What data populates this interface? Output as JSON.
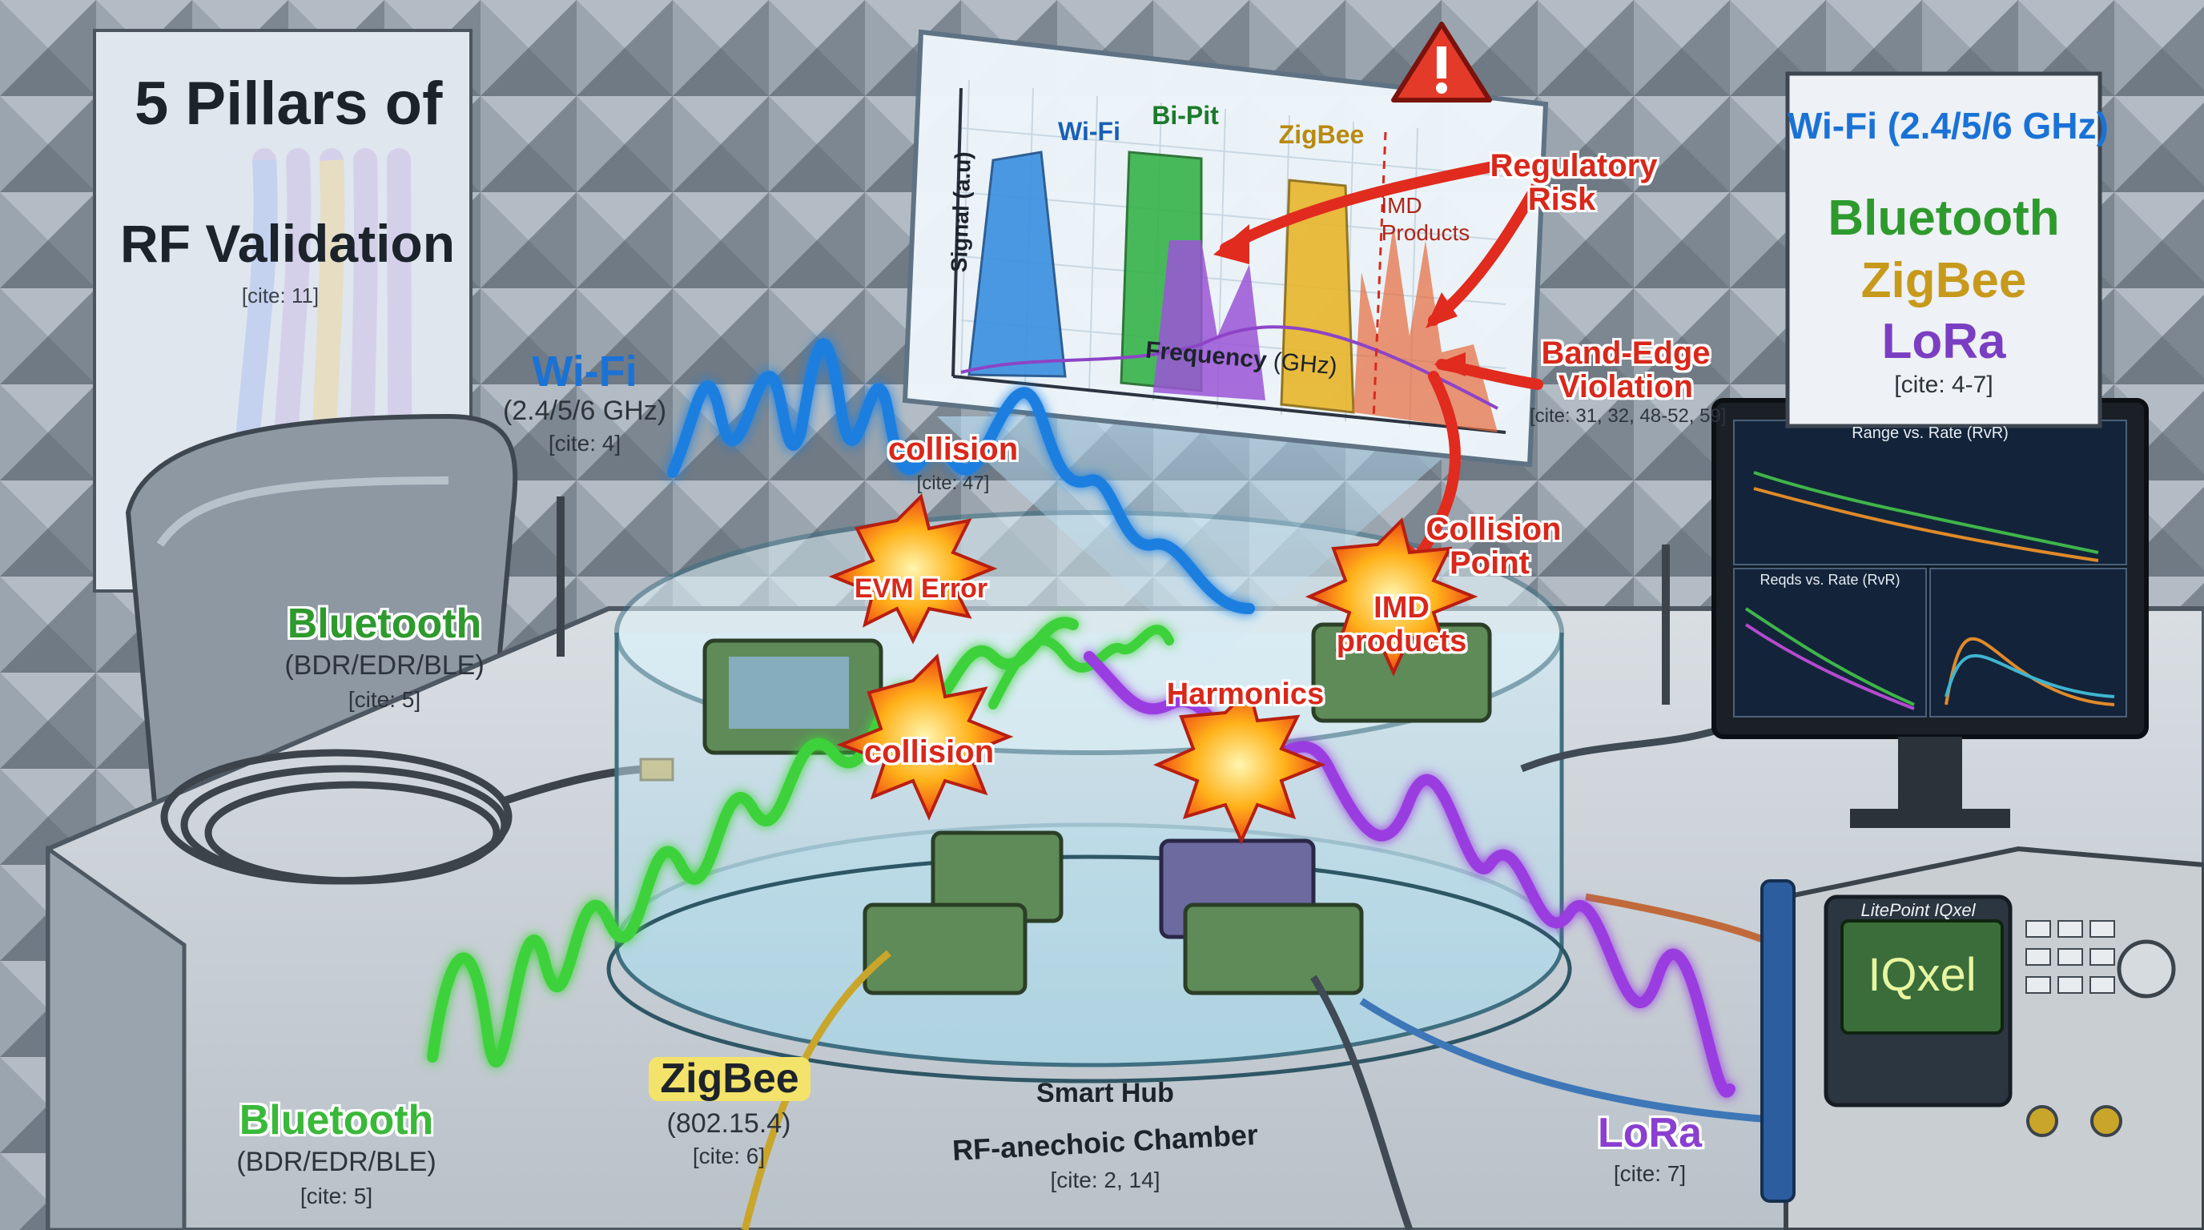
{
  "poster": {
    "title_line1": "5 Pillars of",
    "title_line2": "RF Validation",
    "cite": "[cite: 11]"
  },
  "spectrum": {
    "ylabel": "Signal (a.u)",
    "xlabel_bold": "Frequency",
    "xlabel_unit": "(GHz)",
    "band_wifi": "Wi-Fi",
    "band_bt": "Bi-Pit",
    "band_zigbee": "ZigBee",
    "imd_line1": "IMD",
    "imd_line2": "Products"
  },
  "callouts": {
    "regulatory_line1": "Regulatory",
    "regulatory_line2": "Risk",
    "band_edge_line1": "Band-Edge",
    "band_edge_line2": "Violation",
    "band_edge_cite": "[cite: 31, 32, 48-52, 59]",
    "collision_point_line1": "Collision",
    "collision_point_line2": "Point"
  },
  "protocol_panel": {
    "wifi": "Wi-Fi (2.4/5/6 GHz)",
    "bluetooth": "Bluetooth",
    "zigbee": "ZigBee",
    "lora": "LoRa",
    "cite": "[cite: 4-7]"
  },
  "monitor": {
    "chart1_title": "Range vs. Rate (RvR)",
    "chart2_title": "Reqds vs. Rate (RvR)"
  },
  "instrument": {
    "brand": "LitePoint IQxel",
    "display": "IQxel"
  },
  "wave_labels": {
    "wifi_title": "Wi-Fi",
    "wifi_sub": "(2.4/5/6 GHz)",
    "wifi_cite": "[cite: 4]",
    "bt_left_title": "Bluetooth",
    "bt_left_sub": "(BDR/EDR/BLE)",
    "bt_left_cite": "[cite: 5]",
    "bt_bottom_title": "Bluetooth",
    "bt_bottom_sub": "(BDR/EDR/BLE)",
    "bt_bottom_cite": "[cite: 5]",
    "zigbee_title": "ZigBee",
    "zigbee_sub": "(802.15.4)",
    "zigbee_cite": "[cite: 6]",
    "lora_title": "LoRa",
    "lora_cite": "[cite: 7]"
  },
  "bursts": {
    "collision_top": "collision",
    "collision_top_cite": "[cite: 47]",
    "evm": "EVM Error",
    "collision_mid": "collision",
    "imd_line1": "IMD",
    "imd_line2": "products",
    "harmonics": "Harmonics"
  },
  "chamber": {
    "hub": "Smart Hub",
    "name": "RF-anechoic Chamber",
    "cite": "[cite: 2, 14]"
  },
  "colors": {
    "wifi": "#1a72d6",
    "bluetooth": "#2ea82e",
    "zigbee": "#d7a51c",
    "lora": "#8a3fd0",
    "alert": "#e02b1e"
  }
}
